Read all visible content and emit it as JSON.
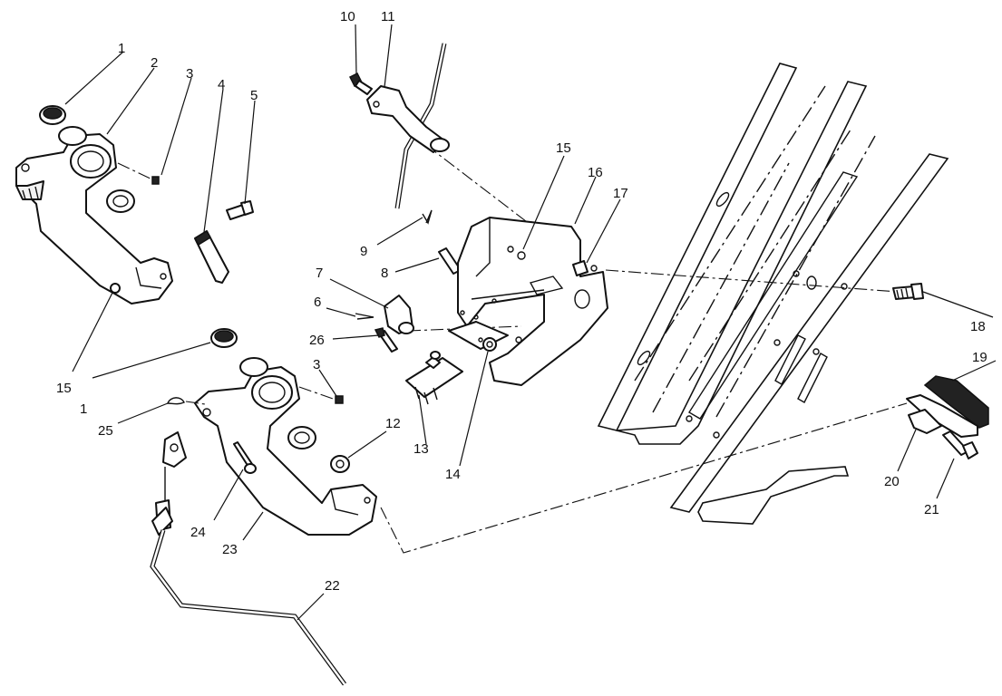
{
  "diagram": {
    "style": "exploded parts diagram, line art",
    "callouts": [
      {
        "id": "c1a",
        "label": "1"
      },
      {
        "id": "c2",
        "label": "2"
      },
      {
        "id": "c3a",
        "label": "3"
      },
      {
        "id": "c4",
        "label": "4"
      },
      {
        "id": "c5",
        "label": "5"
      },
      {
        "id": "c15a",
        "label": "15"
      },
      {
        "id": "c1b",
        "label": "1"
      },
      {
        "id": "c3b",
        "label": "3"
      },
      {
        "id": "c25",
        "label": "25"
      },
      {
        "id": "c12",
        "label": "12"
      },
      {
        "id": "c24",
        "label": "24"
      },
      {
        "id": "c23",
        "label": "23"
      },
      {
        "id": "c22",
        "label": "22"
      },
      {
        "id": "c10",
        "label": "10"
      },
      {
        "id": "c11",
        "label": "11"
      },
      {
        "id": "c9",
        "label": "9"
      },
      {
        "id": "c8",
        "label": "8"
      },
      {
        "id": "c7",
        "label": "7"
      },
      {
        "id": "c6",
        "label": "6"
      },
      {
        "id": "c26",
        "label": "26"
      },
      {
        "id": "c13",
        "label": "13"
      },
      {
        "id": "c14",
        "label": "14"
      },
      {
        "id": "c15b",
        "label": "15"
      },
      {
        "id": "c16",
        "label": "16"
      },
      {
        "id": "c17",
        "label": "17"
      },
      {
        "id": "c18",
        "label": "18"
      },
      {
        "id": "c19",
        "label": "19"
      },
      {
        "id": "c20",
        "label": "20"
      },
      {
        "id": "c21",
        "label": "21"
      }
    ]
  }
}
